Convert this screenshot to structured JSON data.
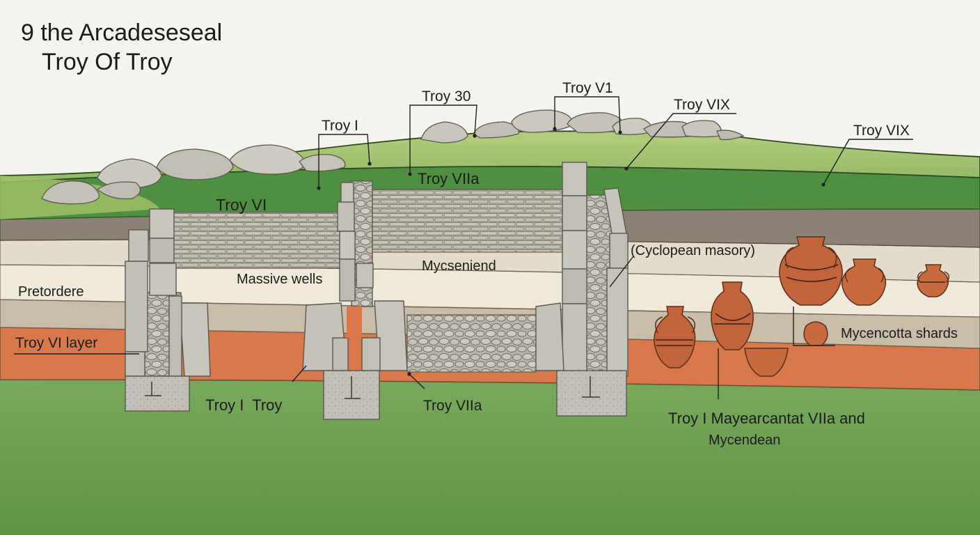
{
  "title": {
    "line1": "9 the Arcadeseseal",
    "line2": "Troy Of Troy"
  },
  "labels": {
    "troy_i_top": "Troy I",
    "troy_30": "Troy 30",
    "troy_v1": "Troy V1",
    "troy_vix_a": "Troy VIX",
    "troy_vix_b": "Troy VIX",
    "troy_viia_top": "Troy VIIa",
    "troy_vi": "Troy VI",
    "cyclopean": "(Cyclopean masory)",
    "mycseniend": "Mycseniend",
    "massive_walls": "Massive wells",
    "pretordere": "Pretordere",
    "troy_vi_layer": "Troy VI layer",
    "mycencotta": "Mycencotta shards",
    "troy_i_troy": "Troy I  Troy",
    "troy_viia_bottom": "Troy VIIa",
    "bottom_right_1": "Troy I Mayearcantat VIIa and",
    "bottom_right_2": "Mycendean"
  },
  "colors": {
    "sky": "#f4f3ee",
    "grass_light": "#9fbf67",
    "grass_dark": "#4f8f41",
    "layer_dark_brown": "#8b8275",
    "layer_cream": "#efe9da",
    "layer_tan": "#c9bca8",
    "layer_terracotta": "#d9784b",
    "ground_green": "#6ea255",
    "stone": "#bdbab1",
    "pottery": "#c2643b"
  }
}
